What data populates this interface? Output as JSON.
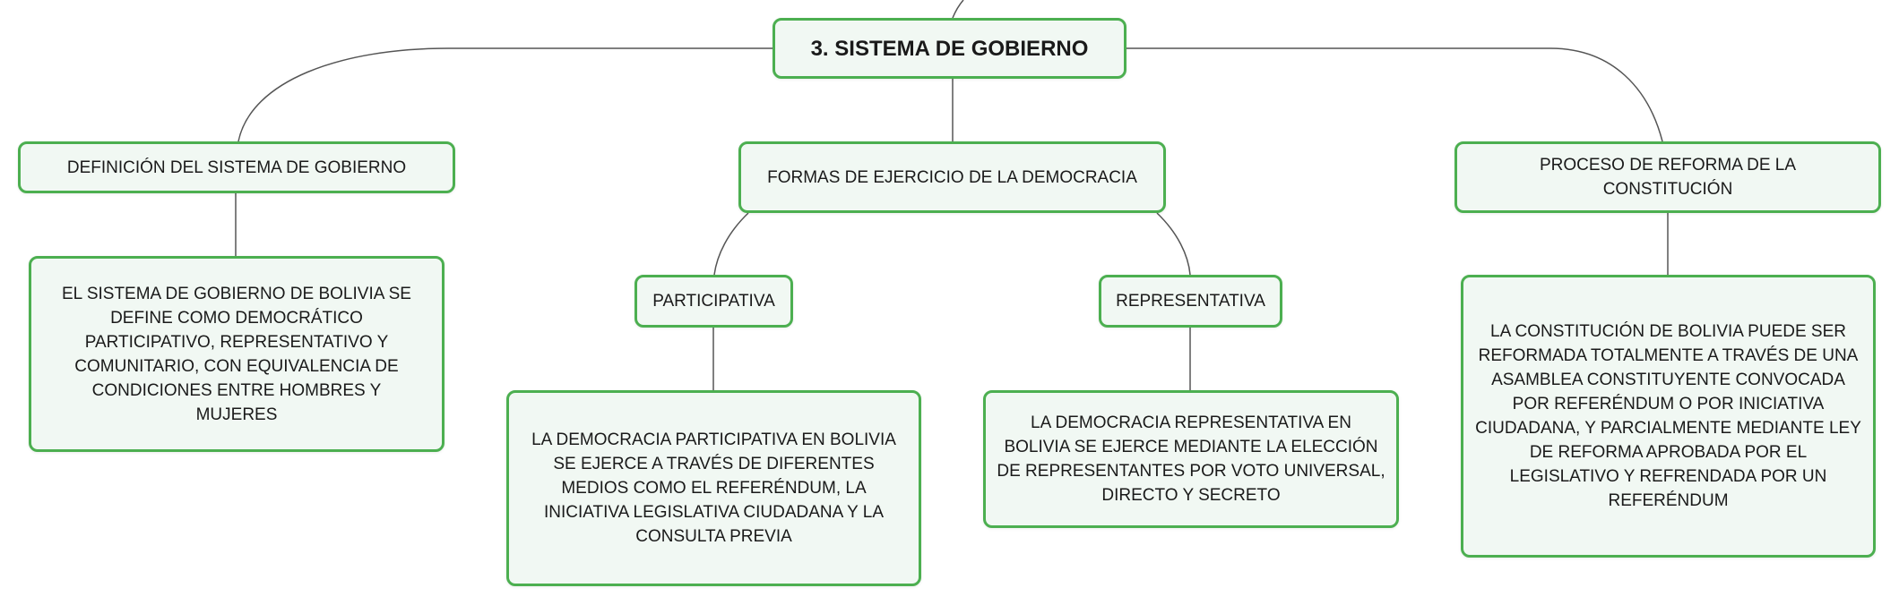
{
  "colors": {
    "border": "#4caf50",
    "fill": "#f1f8f3",
    "line": "#555555"
  },
  "root": {
    "label": "3. SISTEMA DE GOBIERNO"
  },
  "branches": [
    {
      "label": "DEFINICIÓN DEL SISTEMA DE GOBIERNO",
      "detail": "EL SISTEMA DE GOBIERNO DE BOLIVIA SE DEFINE COMO DEMOCRÁTICO PARTICIPATIVO, REPRESENTATIVO Y COMUNITARIO, CON EQUIVALENCIA DE CONDICIONES ENTRE HOMBRES Y MUJERES"
    },
    {
      "label": "FORMAS DE EJERCICIO DE LA DEMOCRACIA",
      "children": [
        {
          "label": "PARTICIPATIVA",
          "detail": "LA DEMOCRACIA PARTICIPATIVA EN BOLIVIA SE EJERCE A TRAVÉS DE DIFERENTES MEDIOS COMO EL REFERÉNDUM, LA INICIATIVA LEGISLATIVA CIUDADANA Y LA CONSULTA PREVIA"
        },
        {
          "label": "REPRESENTATIVA",
          "detail": "LA DEMOCRACIA REPRESENTATIVA EN BOLIVIA SE EJERCE MEDIANTE LA ELECCIÓN DE REPRESENTANTES POR VOTO UNIVERSAL, DIRECTO Y SECRETO"
        }
      ]
    },
    {
      "label": "PROCESO DE REFORMA DE LA CONSTITUCIÓN",
      "detail": "LA CONSTITUCIÓN DE BOLIVIA PUEDE SER REFORMADA TOTALMENTE A TRAVÉS DE UNA ASAMBLEA CONSTITUYENTE CONVOCADA POR REFERÉNDUM O POR INICIATIVA CIUDADANA, Y PARCIALMENTE MEDIANTE LEY DE REFORMA APROBADA POR EL LEGISLATIVO Y REFRENDADA POR UN REFERÉNDUM"
    }
  ]
}
